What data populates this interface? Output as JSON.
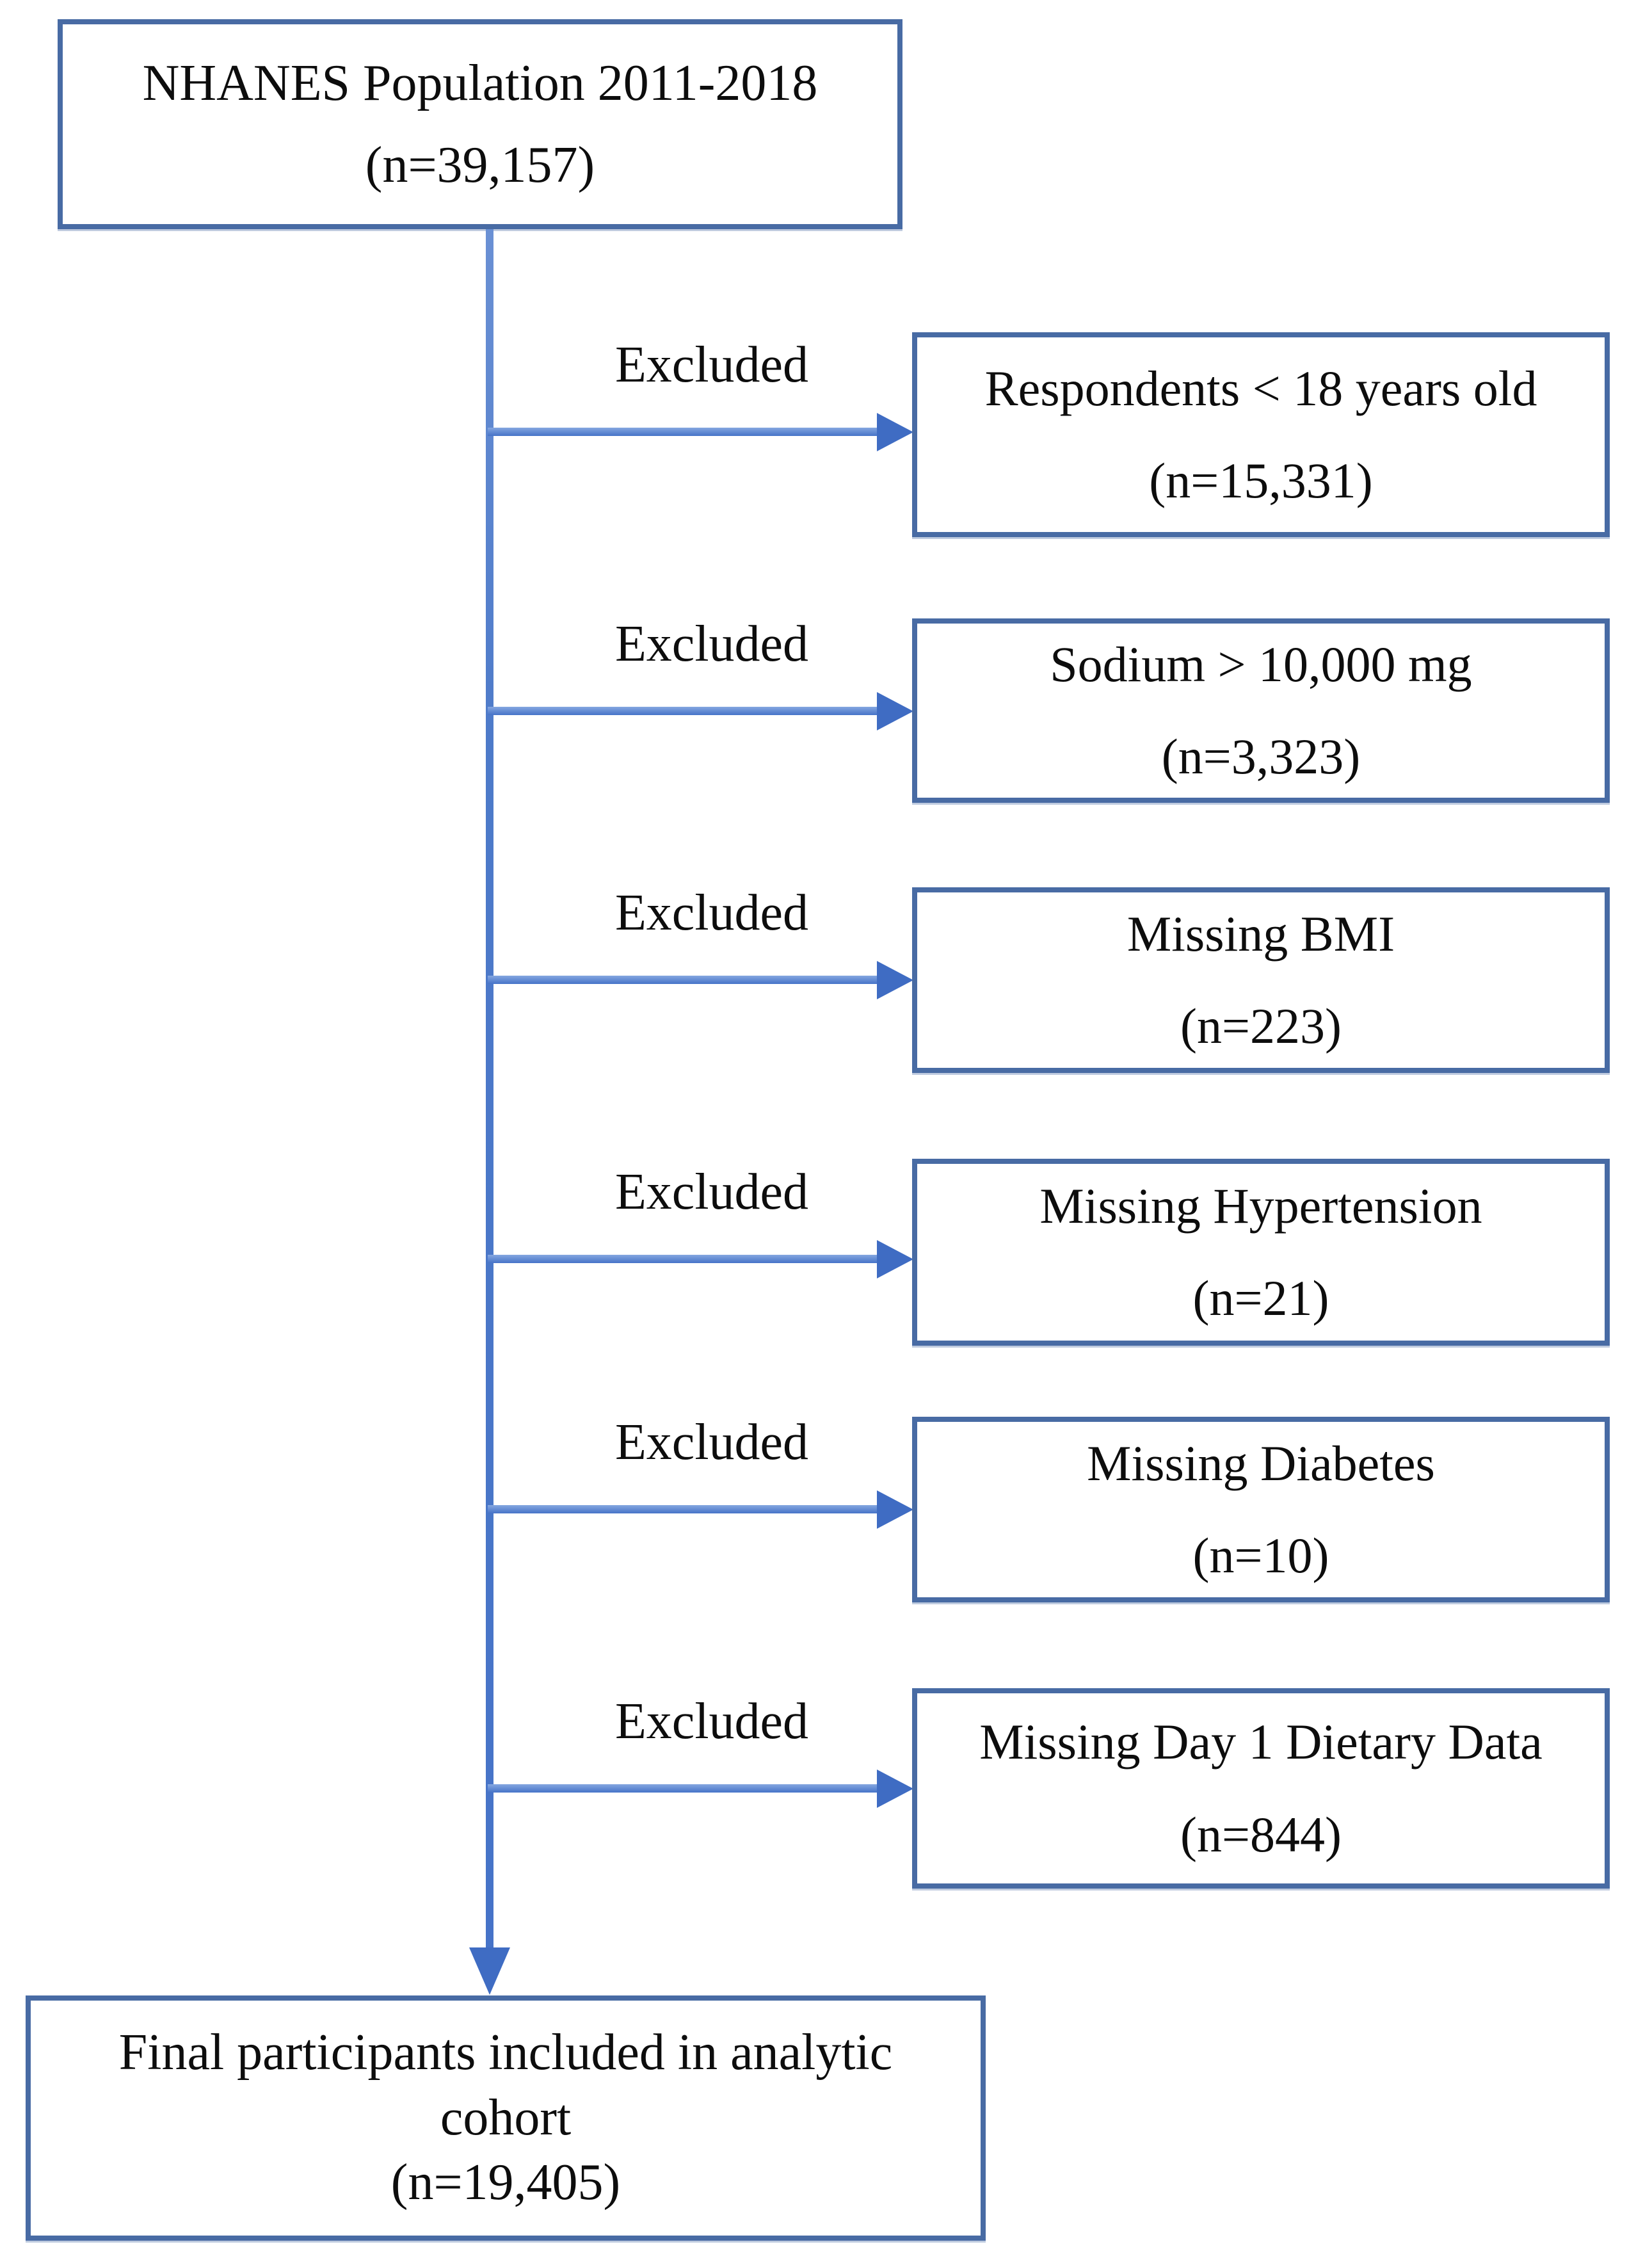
{
  "population_box": {
    "line1": "NHANES Population 2011-2018",
    "line2": "(n=39,157)"
  },
  "exclusion_label": "Excluded",
  "exclusions": [
    {
      "label": "Respondents < 18 years old",
      "n": "(n=15,331)"
    },
    {
      "label": "Sodium > 10,000 mg",
      "n": "(n=3,323)"
    },
    {
      "label": "Missing BMI",
      "n": "(n=223)"
    },
    {
      "label": "Missing Hypertension",
      "n": "(n=21)"
    },
    {
      "label": "Missing Diabetes",
      "n": "(n=10)"
    },
    {
      "label": "Missing Day 1 Dietary Data",
      "n": "(n=844)"
    }
  ],
  "final_box": {
    "line1": "Final participants included in analytic",
    "line2": "cohort",
    "line3": "(n=19,405)"
  },
  "colors": {
    "box_border": "#486ba4",
    "arrow": "#3f6cc3",
    "flow_line": "#4d7ac9",
    "text": "#0d0d0d",
    "background": "#ffffff"
  }
}
